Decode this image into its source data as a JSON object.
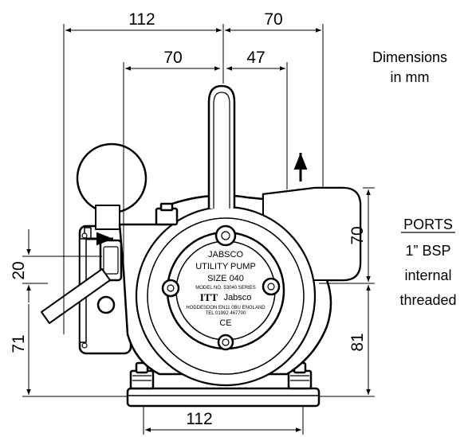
{
  "dimensions": {
    "top_left_width": "112",
    "top_right_width": "70",
    "second_left_width": "70",
    "second_right_width": "47",
    "bottom_width": "112",
    "right_upper_height": "70",
    "right_lower_height": "81",
    "left_upper_height": "20",
    "left_lower_height": "71"
  },
  "notes": {
    "units_line1": "Dimensions",
    "units_line2": "in mm",
    "ports_title": "PORTS",
    "ports_line1": "1” BSP",
    "ports_line2": "internal",
    "ports_line3": "threaded"
  },
  "nameplate": {
    "brand": "JABSCO",
    "product": "UTILITY PUMP",
    "size": "SIZE 040",
    "model": "MODEL NO. 53040 SERIES",
    "logo": "ITT",
    "logo_brand": "Jabsco",
    "address_line1": "HODDESDON EN11 0BU ENGLAND",
    "address_line2": "TEL 01992 467700",
    "mark": "CE"
  }
}
